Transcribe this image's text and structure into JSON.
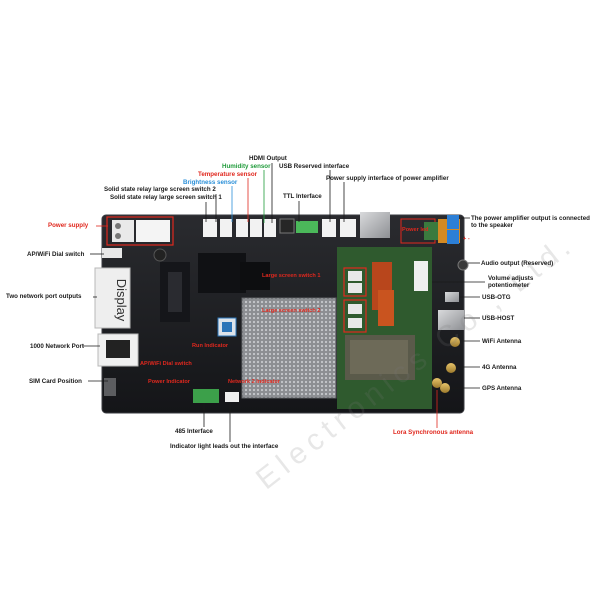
{
  "labels": {
    "hdmi_output": "HDMI Output",
    "humidity_sensor": "Humidity sensor",
    "usb_reserved": "USB Reserved interface",
    "temperature_sensor": "Temperature sensor",
    "brightness_sensor": "Brightness sensor",
    "relay_switch_2": "Solid state relay large screen switch 2",
    "power_amp_supply": "Power supply interface of power amplifier",
    "relay_switch_1": "Solid state relay large screen switch 1",
    "ttl_interface": "TTL Interface",
    "power_supply": "Power supply",
    "ap_wifi_dial": "AP/WiFi Dial switch",
    "two_network_ports": "Two network port outputs",
    "network_1000": "1000 Network Port",
    "sim_card": "SIM Card Position",
    "rs485": "485 Interface",
    "indicator_light": "Indicator light leads out the interface",
    "power_amp_output": "The power amplifier output is connected to the speaker",
    "audio_output": "Audio output (Reserved)",
    "volume": "Volume adjusts potentiometer",
    "usb_otg": "USB-OTG",
    "usb_host": "USB-HOST",
    "wifi_antenna": "WiFi Antenna",
    "antenna_4g": "4G Antenna",
    "gps_antenna": "GPS Antenna",
    "lora_antenna": "Lora Synchronous antenna"
  },
  "board_labels": {
    "large_switch_1": "Large screen switch 1",
    "large_switch_2": "Large screen switch 2",
    "power_led": "Power led",
    "run_indicator": "Run Indicator",
    "power_indicator": "Power Indicator",
    "network_indicator": "Network 2 Indicator",
    "dial_switch": "AP/WiFi Dial switch",
    "display_port": "Display",
    "polarity": "+ -"
  },
  "watermark": "Electronics Co., Ltd.",
  "colors": {
    "callout_red": "#e0281e",
    "callout_green": "#1f9b3a",
    "callout_blue": "#2a8fd8",
    "pcb_dark": "#1c1d20"
  }
}
